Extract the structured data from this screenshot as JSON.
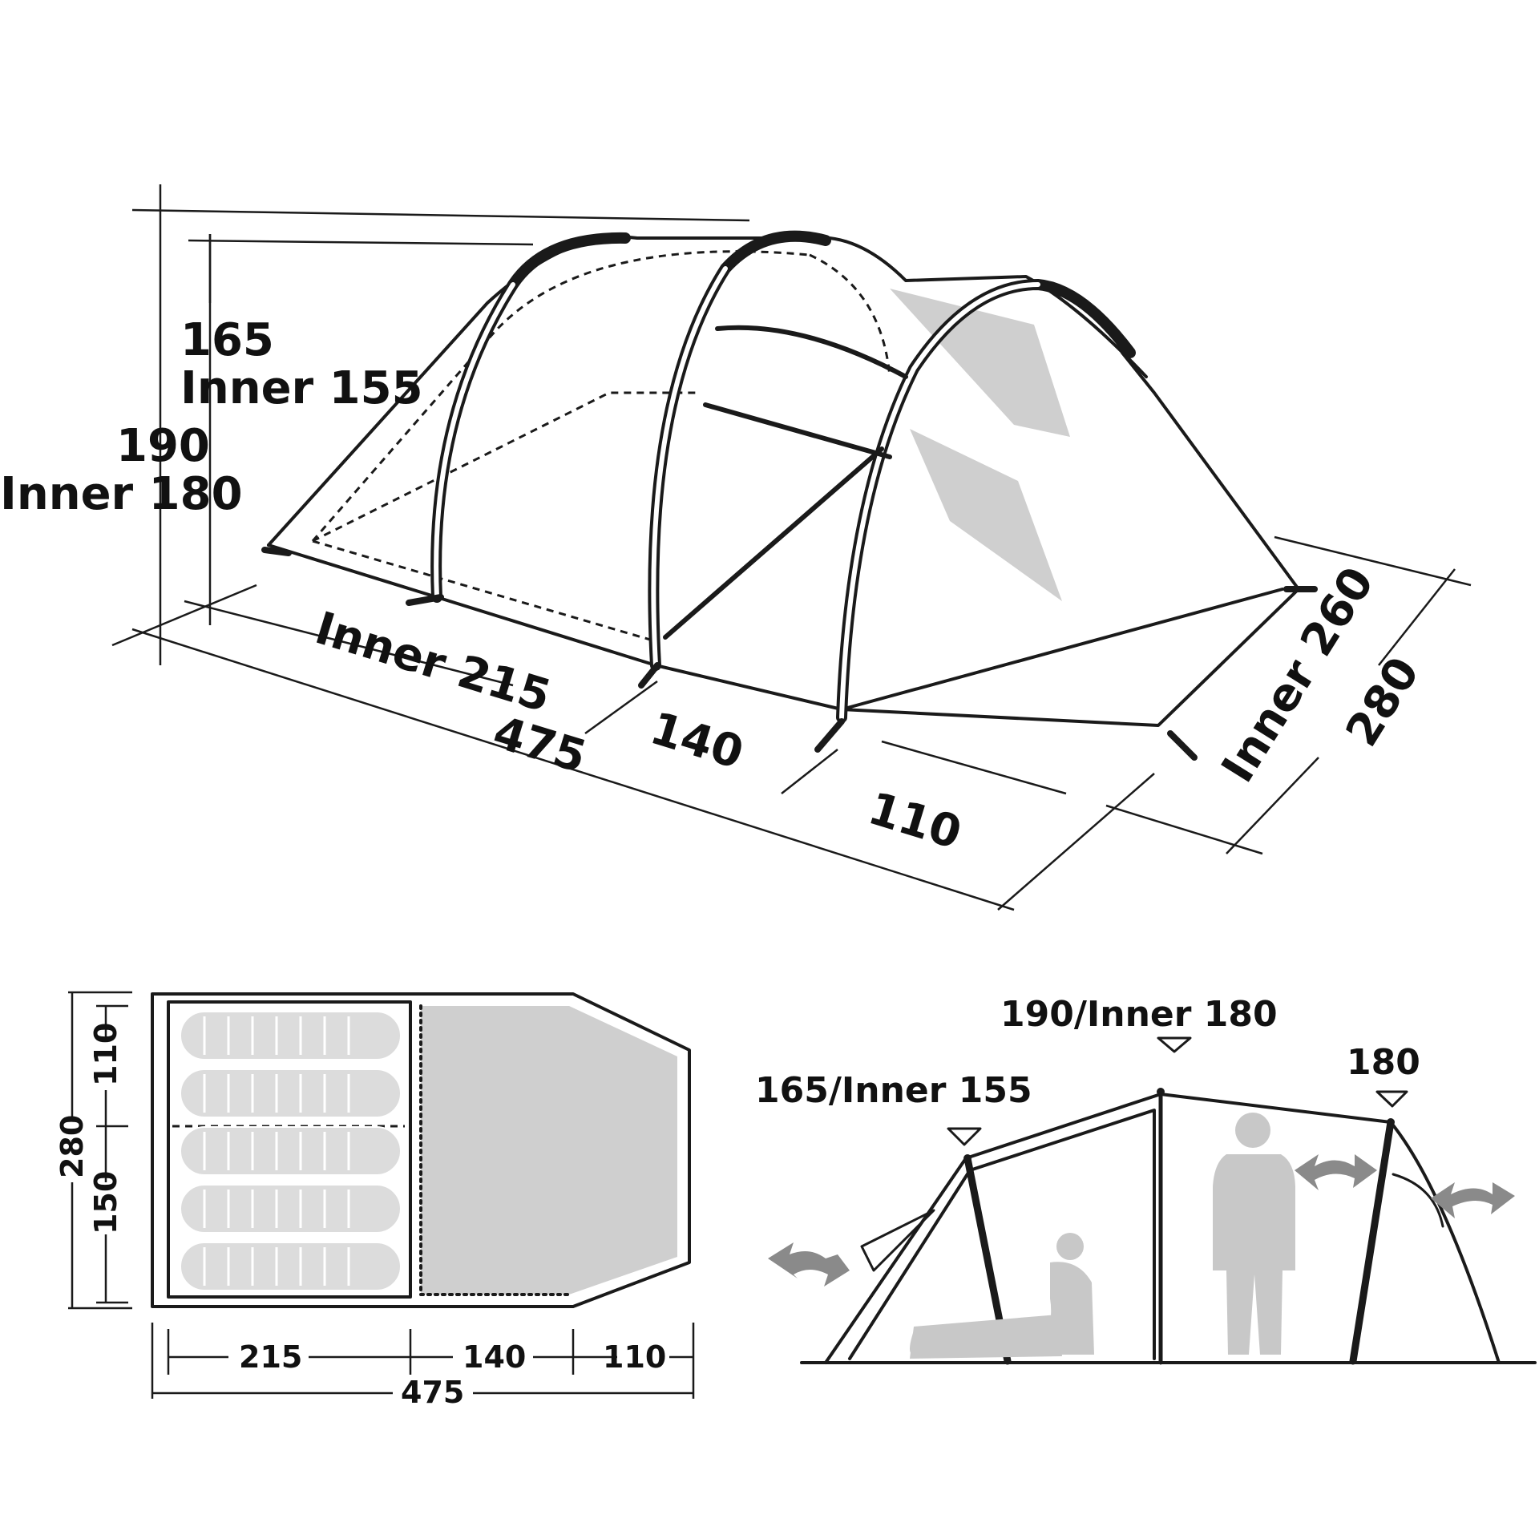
{
  "perspective_view": {
    "height_outer_label": "190",
    "height_inner_label": "Inner 180",
    "low_height_label": "165",
    "low_inner_label": "Inner 155",
    "inner_length_label": "Inner 215",
    "total_length_label": "475",
    "middle_length_label": "140",
    "front_length_label": "110",
    "inner_width_label": "Inner 260",
    "total_width_label": "280"
  },
  "floor_plan": {
    "width_total_label": "280",
    "width_front_label": "110",
    "width_rear_label": "150",
    "len_inner_label": "215",
    "len_middle_label": "140",
    "len_front_label": "110",
    "len_total_label": "475",
    "sleeping_bag_count": 5
  },
  "side_view": {
    "peak_label": "190/Inner 180",
    "rear_label": "165/Inner 155",
    "front_label": "180"
  },
  "colors": {
    "ink": "#1a1a1a",
    "shading": "#cfcfcf",
    "arrow": "#8a8a8a"
  }
}
